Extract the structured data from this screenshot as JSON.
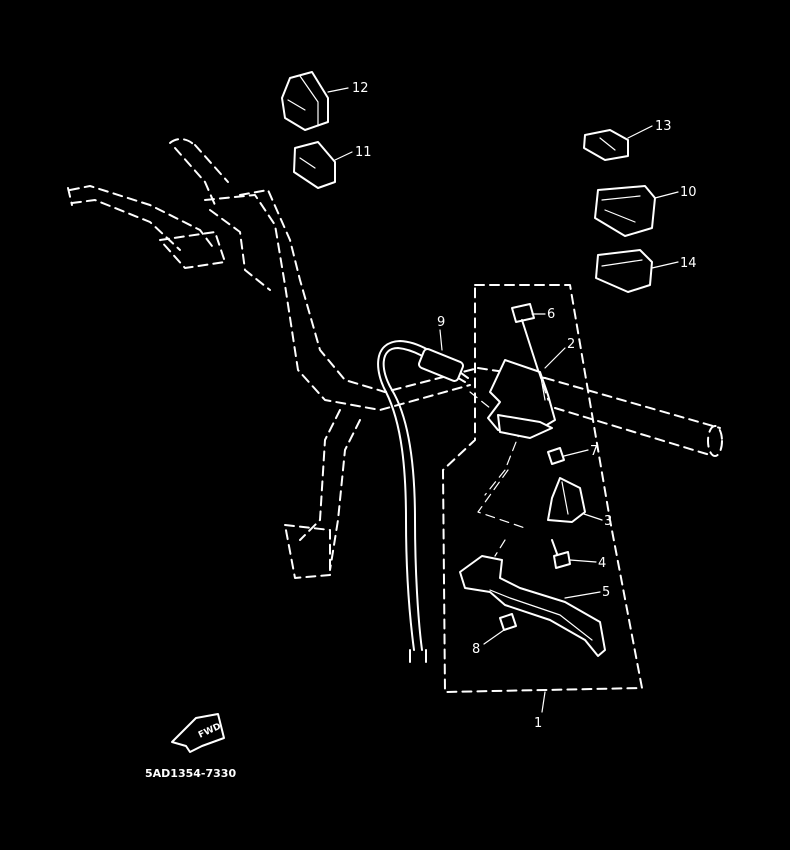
{
  "diagram": {
    "part_numbers": {
      "p1": "1",
      "p2": "2",
      "p3": "3",
      "p4": "4",
      "p5": "5",
      "p6": "6",
      "p7": "7",
      "p8": "8",
      "p9": "9",
      "p10": "10",
      "p11": "11",
      "p12": "12",
      "p13": "13",
      "p14": "14"
    },
    "direction_badge": "FWD",
    "diagram_code": "5AD1354-7330"
  }
}
